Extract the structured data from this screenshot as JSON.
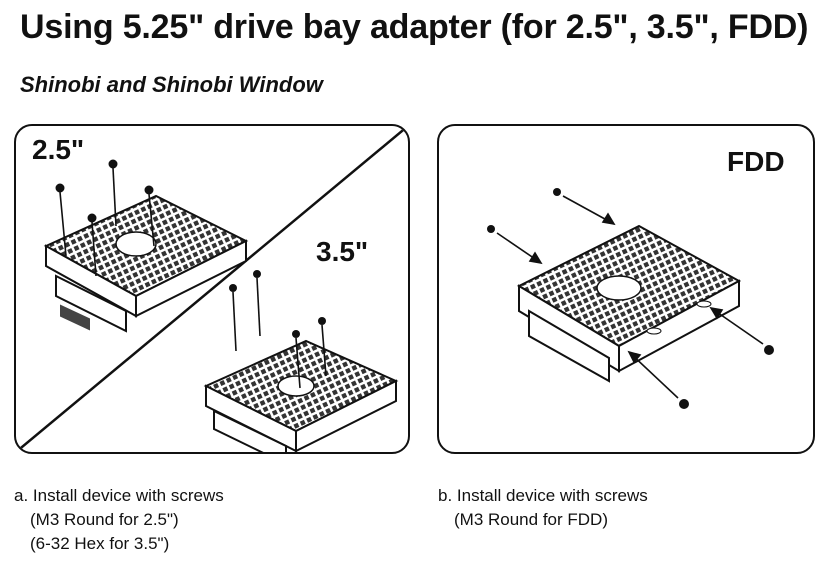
{
  "title": "Using 5.25\" drive bay adapter (for 2.5\", 3.5\", FDD)",
  "subtitle": "Shinobi and Shinobi Window",
  "panel_a": {
    "label_top": "2.5\"",
    "label_bottom": "3.5\""
  },
  "panel_b": {
    "label": "FDD"
  },
  "caption_a": {
    "line1": "a. Install device with screws",
    "line2": "(M3 Round for 2.5\")",
    "line3": "(6-32 Hex for 3.5\")"
  },
  "caption_b": {
    "line1": "b. Install device with screws",
    "line2": "(M3 Round for FDD)"
  },
  "icons": [
    "screw-icon",
    "drive-bay-adapter-icon",
    "arrow-icon"
  ]
}
